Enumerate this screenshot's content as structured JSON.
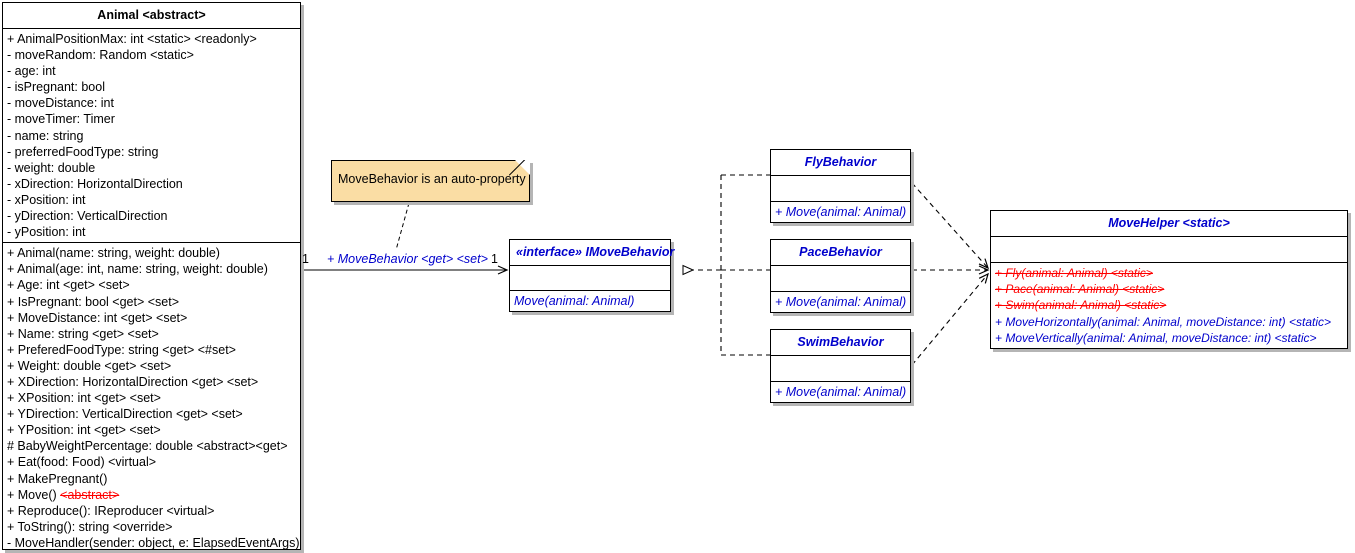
{
  "diagram": {
    "kind": "uml-class-diagram",
    "colors": {
      "background": "#ffffff",
      "class_border": "#000000",
      "class_fill": "#ffffff",
      "shadow": "#b5b5b5",
      "blue_member": "#0000cc",
      "removed_member": "#ff0000",
      "note_fill": "#fadda4"
    }
  },
  "classes": {
    "animal": {
      "name": "Animal <abstract>",
      "attributes": [
        "+ AnimalPositionMax: int <static> <readonly>",
        "- moveRandom: Random <static>",
        "- age: int",
        "- isPregnant: bool",
        "- moveDistance: int",
        "- moveTimer: Timer",
        "- name: string",
        "- preferredFoodType: string",
        "- weight: double",
        "- xDirection: HorizontalDirection",
        "- xPosition: int",
        "- yDirection: VerticalDirection",
        "- yPosition: int"
      ],
      "operations": [
        "+ Animal(name: string, weight: double)",
        "+ Animal(age: int, name: string, weight: double)",
        "+ Age: int <get> <set>",
        "+ IsPregnant: bool <get> <set>",
        "+ MoveDistance: int <get> <set>",
        "+ Name: string <get> <set>",
        "+ PreferedFoodType: string <get> <#set>",
        "+ Weight: double <get> <set>",
        "+ XDirection: HorizontalDirection <get> <set>",
        "+ XPosition: int <get> <set>",
        "+ YDirection: VerticalDirection <get> <set>",
        "+ YPosition: int <get> <set>",
        "# BabyWeightPercentage: double <abstract><get>",
        "+ Eat(food: Food) <virtual>",
        "+ MakePregnant()",
        "+ Reproduce(): IReproducer <virtual>",
        "+ ToString(): string <override>",
        "- MoveHandler(sender: object, e: ElapsedEventArgs)"
      ],
      "operation_move": {
        "prefix": "+ Move() ",
        "removed": "<abstract>"
      }
    },
    "imovebehavior": {
      "name": "«interface» IMoveBehavior",
      "attributes": [],
      "operations": [
        "Move(animal: Animal)"
      ]
    },
    "flybehavior": {
      "name": "FlyBehavior",
      "attributes": [],
      "operations": [
        "+ Move(animal: Animal)"
      ]
    },
    "pacebehavior": {
      "name": "PaceBehavior",
      "attributes": [],
      "operations": [
        "+ Move(animal: Animal)"
      ]
    },
    "swimbehavior": {
      "name": "SwimBehavior",
      "attributes": [],
      "operations": [
        "+ Move(animal: Animal)"
      ]
    },
    "movehelper": {
      "name": "MoveHelper <static>",
      "attributes": [],
      "operations_removed": [
        "+ Fly(animal: Animal) <static>",
        "+ Pace(animal: Animal) <static>",
        "+ Swim(animal: Animal) <static>"
      ],
      "operations": [
        "+ MoveHorizontally(animal: Animal, moveDistance: int) <static>",
        "+ MoveVertically(animal: Animal, moveDistance: int) <static>"
      ]
    }
  },
  "notes": {
    "move_behavior_note": {
      "text": "MoveBehavior is an auto-property"
    }
  },
  "associations": {
    "animal_to_imovebehavior": {
      "label": "+ MoveBehavior <get> <set>",
      "source_multiplicity": "1",
      "target_multiplicity": "1",
      "type": "association-navigable"
    },
    "realizations": {
      "type": "realization-dashed-hollow-triangle",
      "sources": [
        "FlyBehavior",
        "PaceBehavior",
        "SwimBehavior"
      ],
      "target": "IMoveBehavior"
    },
    "dependencies": {
      "type": "dependency-dashed-open-arrow",
      "sources": [
        "FlyBehavior",
        "PaceBehavior",
        "SwimBehavior"
      ],
      "target": "MoveHelper"
    }
  }
}
